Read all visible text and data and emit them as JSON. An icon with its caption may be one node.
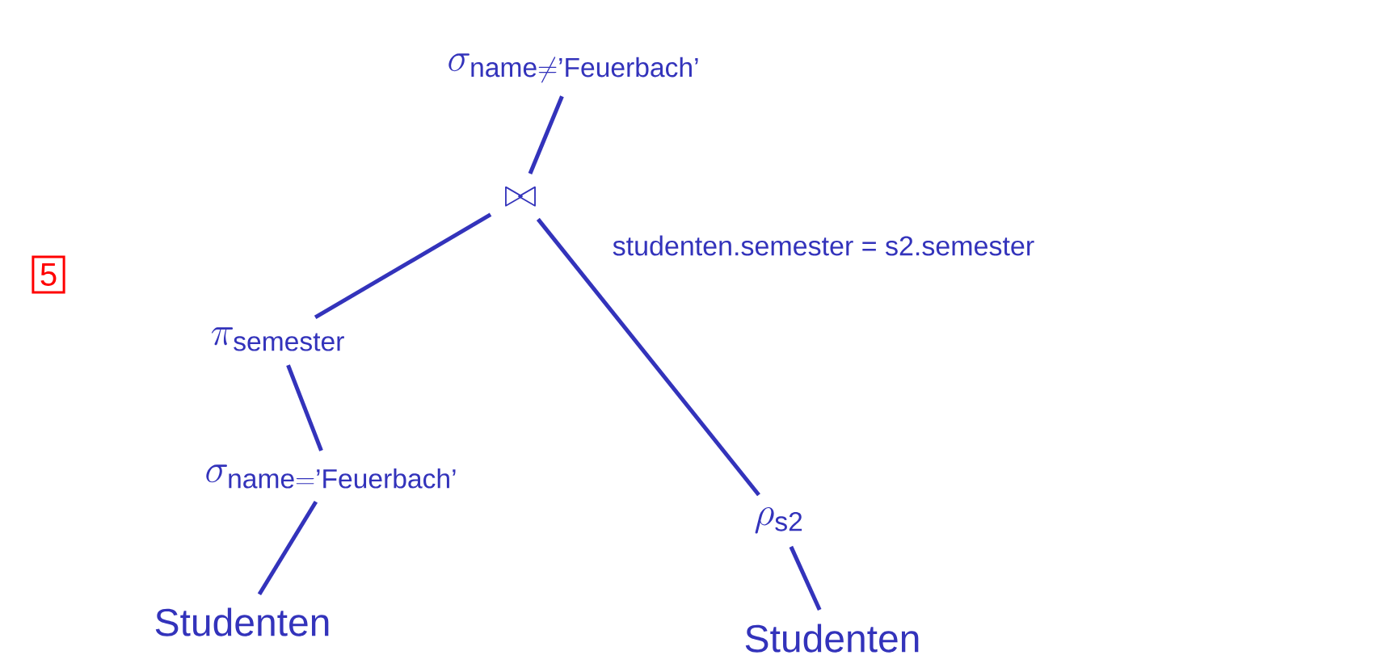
{
  "diagram": {
    "nodes": [
      {
        "text": [
          "\\sigma_{\\text{name} \\neq \\text{'Feuerbach'}}"
        ]
      },
      {
        "text": [
          "\\bowtie"
        ],
        "beside": [
          "studenten.semester = s2.semester"
        ]
      },
      {
        "text": [
          "\\pi_{\\text{semester}}"
        ]
      },
      {
        "text": [
          "\\sigma_{\\text{name} = \\text{'Feuerbach'}}"
        ]
      },
      {
        "text": [
          "Studenten"
        ]
      },
      {
        "text": [
          "\\rho_{\\text{s2}}"
        ]
      },
      {
        "text": [
          "Studenten"
        ]
      }
    ],
    "edges": [
      {
        "from": 0,
        "to": 1,
        "arrow": "none"
      },
      {
        "from": 1,
        "to": 2,
        "arrow": "none"
      },
      {
        "from": 1,
        "to": 5,
        "arrow": "none"
      },
      {
        "from": 2,
        "to": 3,
        "arrow": "none"
      },
      {
        "from": 3,
        "to": 4,
        "arrow": "none"
      },
      {
        "from": 5,
        "to": 6,
        "arrow": "none"
      }
    ],
    "labels": [
      "5"
    ]
  }
}
